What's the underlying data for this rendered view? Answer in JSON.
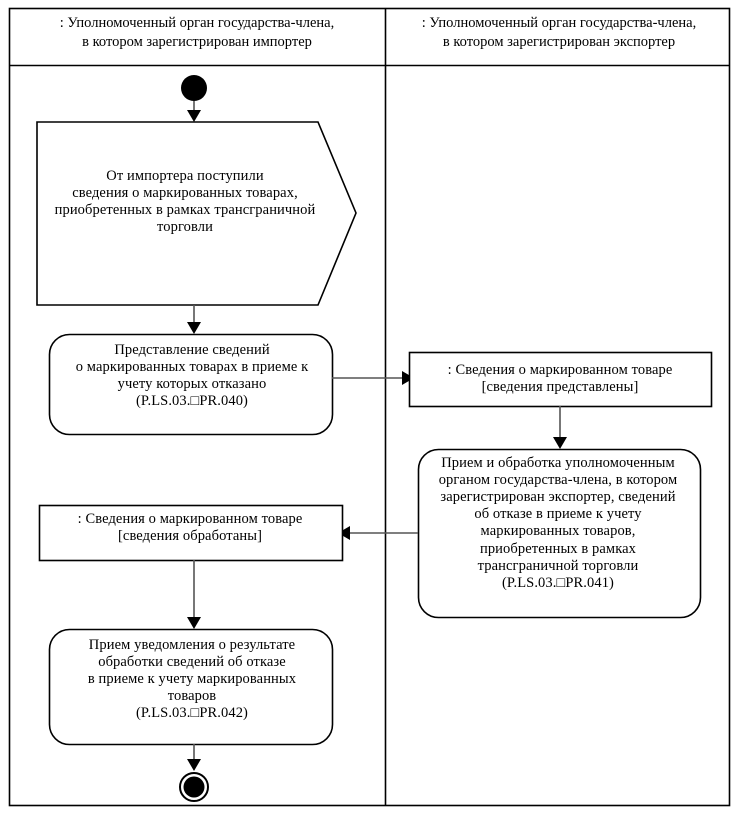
{
  "diagram": {
    "type": "uml-activity-diagram",
    "frame": {
      "border_color": "#000000",
      "background": "#ffffff"
    },
    "lanes": [
      {
        "id": "lane-importer",
        "title": ": Уполномоченный орган государства-члена,\nв котором зарегистрирован импортер"
      },
      {
        "id": "lane-exporter",
        "title": ": Уполномоченный орган государства-члена,\nв котором зарегистрирован  экспортер"
      }
    ],
    "nodes": {
      "start": {
        "kind": "initial-node",
        "lane": "lane-importer"
      },
      "signal_receipt": {
        "kind": "accept-signal-hexagon",
        "lane": "lane-importer",
        "label": "От импортера поступили\nсведения о маркированных товарах,\nприобретенных в рамках трансграничной\nторговли"
      },
      "activity_040": {
        "kind": "activity-rounded",
        "lane": "lane-importer",
        "label": "Представление сведений\nо маркированных товарах в приеме к\nучету которых отказано\n(P.LS.03.□PR.040)"
      },
      "object_submitted": {
        "kind": "object-node",
        "lane": "lane-exporter",
        "label": ": Сведения о маркированном товаре\n[сведения представлены]"
      },
      "activity_041": {
        "kind": "activity-rounded",
        "lane": "lane-exporter",
        "label": "Прием и обработка уполномоченным\nорганом государства-члена, в котором\nзарегистрирован экспортер, сведений\nоб отказе в приеме к учету\nмаркированных товаров,\nприобретенных в рамках\nтрансграничной торговли\n(P.LS.03.□PR.041)"
      },
      "object_processed": {
        "kind": "object-node",
        "lane": "lane-importer",
        "label": ": Сведения о маркированном товаре\n[сведения обработаны]"
      },
      "activity_042": {
        "kind": "activity-rounded",
        "lane": "lane-importer",
        "label": "Прием уведомления о результате\nобработки сведений об отказе\nв приеме к учету маркированных\nтоваров\n(P.LS.03.□PR.042)"
      },
      "end": {
        "kind": "final-node",
        "lane": "lane-importer"
      }
    },
    "edges": [
      {
        "from": "start",
        "to": "signal_receipt",
        "direction": "down"
      },
      {
        "from": "signal_receipt",
        "to": "activity_040",
        "direction": "down"
      },
      {
        "from": "activity_040",
        "to": "object_submitted",
        "direction": "right"
      },
      {
        "from": "object_submitted",
        "to": "activity_041",
        "direction": "down"
      },
      {
        "from": "activity_041",
        "to": "object_processed",
        "direction": "left"
      },
      {
        "from": "object_processed",
        "to": "activity_042",
        "direction": "down"
      },
      {
        "from": "activity_042",
        "to": "end",
        "direction": "down"
      }
    ]
  }
}
